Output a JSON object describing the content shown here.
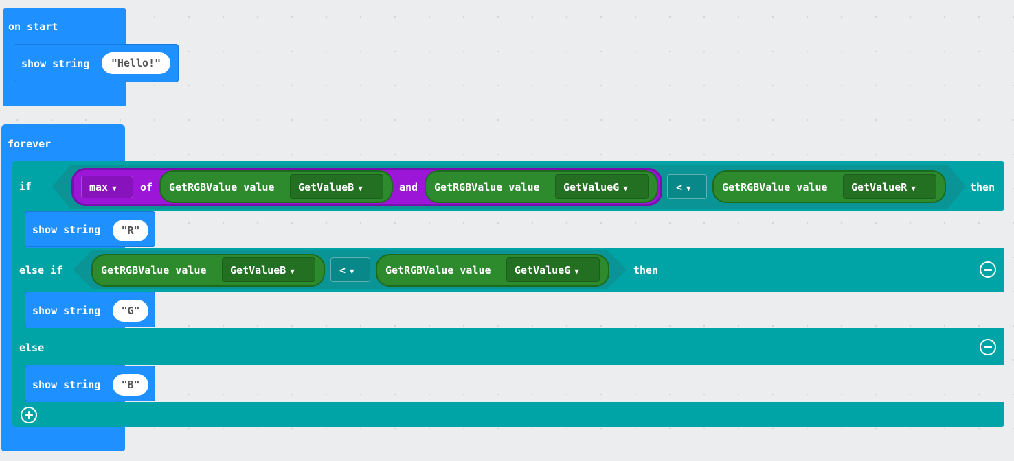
{
  "on_start": {
    "hat_label": "on start",
    "show_string_label": "show string",
    "value": "\"Hello!\""
  },
  "forever": {
    "hat_label": "forever",
    "if_label": "if",
    "then_label": "then",
    "else_if_label": "else if",
    "else_label": "else",
    "condition1": {
      "func_dropdown": "max",
      "of_label": "of",
      "and_label": "and",
      "left_block": "GetRGBValue value",
      "left_dropdown": "GetValueB",
      "right_block": "GetRGBValue value",
      "right_dropdown": "GetValueG",
      "operator": "<",
      "compare_block": "GetRGBValue value",
      "compare_dropdown": "GetValueR"
    },
    "condition2": {
      "left_block": "GetRGBValue value",
      "left_dropdown": "GetValueB",
      "operator": "<",
      "right_block": "GetRGBValue value",
      "right_dropdown": "GetValueG"
    },
    "branch1": {
      "label": "show string",
      "value": "\"R\""
    },
    "branch2": {
      "label": "show string",
      "value": "\"G\""
    },
    "branch3": {
      "label": "show string",
      "value": "\"B\""
    },
    "caret": "▼"
  },
  "colors": {
    "event_blue": "#1e90ff",
    "logic_teal": "#00a4a6",
    "math_purple": "#9b16d6",
    "extension_green": "#2d8a2d",
    "workspace_bg": "#ecedef"
  }
}
